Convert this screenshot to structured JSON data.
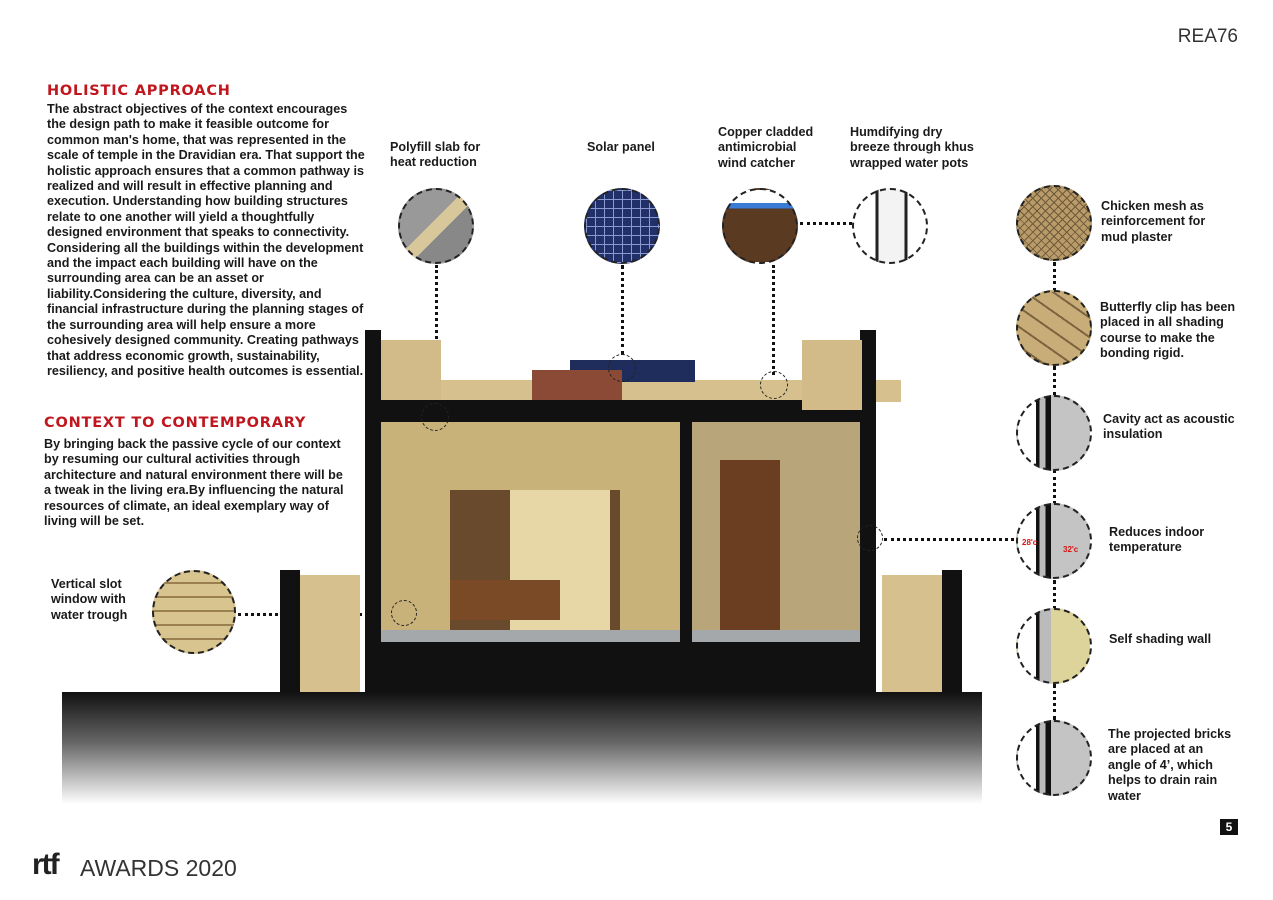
{
  "header": {
    "code": "REA76"
  },
  "holistic": {
    "title": "HOLISTIC APPROACH",
    "body": "The abstract objectives of the context encourages the design path to make it feasible outcome for common man's home, that was represented in the scale of temple in the Dravidian era. That support the holistic approach ensures that a common pathway is realized and will result in effective planning and execution.  Understanding how building structures relate to one another will yield a thoughtfully designed environment that speaks to connectivity. Considering all the buildings within the development and the impact each building will have on the surrounding area can be an asset or liability.Considering the culture, diversity, and financial infrastructure during the planning stages of the surrounding area will help ensure a more cohesively designed community. Creating pathways that address economic growth, sustainability, resiliency, and positive health outcomes is essential."
  },
  "context": {
    "title": "CONTEXT TO CONTEMPORARY",
    "body": "By bringing back the passive cycle of our context by resuming our cultural activities through architecture and natural environment there will be a tweak in the living era.By influencing the natural resources of climate, an ideal exemplary way of living will be set."
  },
  "callouts": {
    "polyfill": "Polyfill slab for heat reduction",
    "solar": "Solar panel",
    "copper": "Copper cladded antimicrobial wind catcher",
    "humidify": "Humdifying  dry breeze through khus wrapped water pots",
    "slot": "Vertical slot window with water trough",
    "mesh": "Chicken mesh as reinforcement for mud plaster",
    "butterfly": "Butterfly clip has been placed in all shading course to make the bonding rigid.",
    "cavity": "Cavity act as acoustic insulation",
    "reduces": "Reduces indoor temperature",
    "selfshade": "Self shading wall",
    "projected": "The projected bricks are placed at an angle of 4’, which helps to drain rain water"
  },
  "temps": {
    "inside": "28'c",
    "outside": "32'c"
  },
  "footer": {
    "logo": "rtf",
    "awards": "AWARDS 2020",
    "page": "5"
  }
}
